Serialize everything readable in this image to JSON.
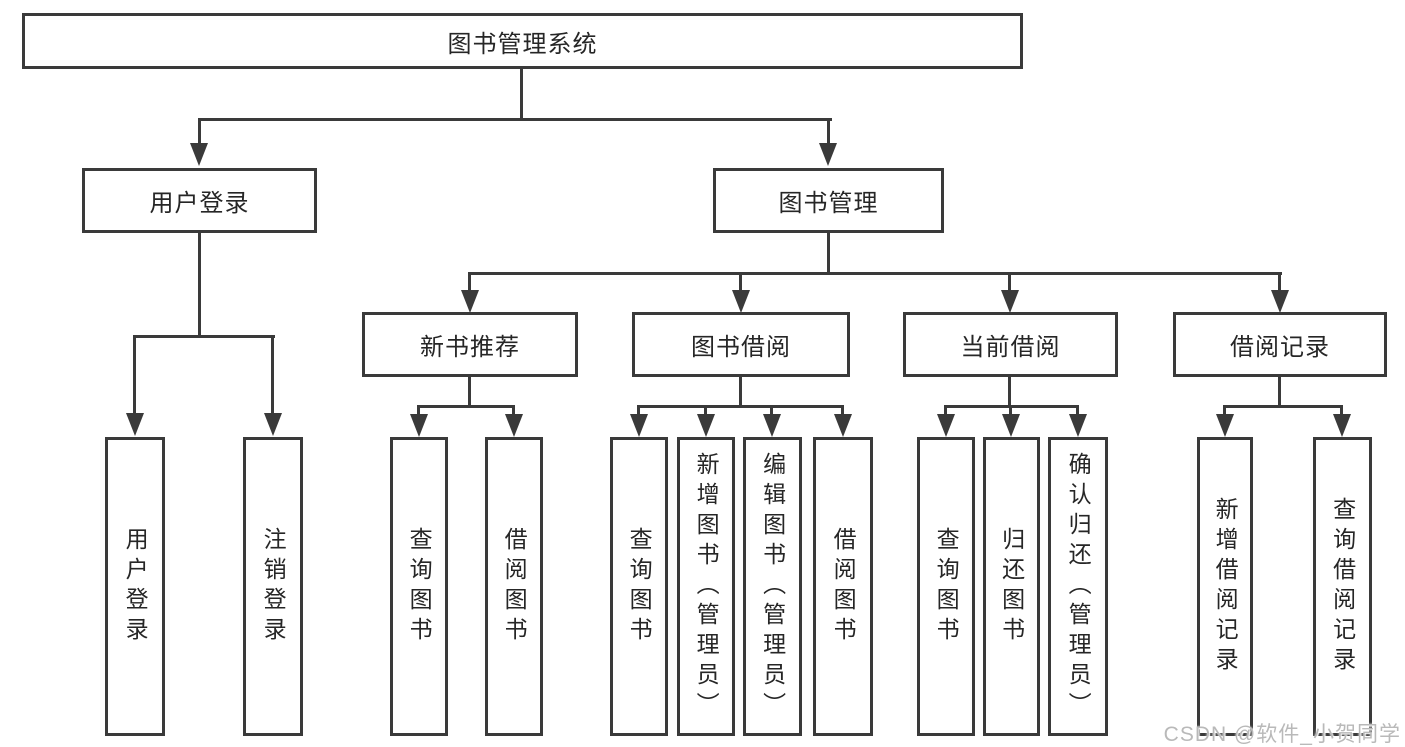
{
  "tree": {
    "root": {
      "label": "图书管理系统"
    },
    "branches": [
      {
        "label": "用户登录",
        "leaves": [
          {
            "label": "用户登录"
          },
          {
            "label": "注销登录"
          }
        ]
      },
      {
        "label": "图书管理",
        "groups": [
          {
            "label": "新书推荐",
            "leaves": [
              {
                "label": "查询图书"
              },
              {
                "label": "借阅图书"
              }
            ]
          },
          {
            "label": "图书借阅",
            "leaves": [
              {
                "label": "查询图书"
              },
              {
                "label": "新增图书（管理员）"
              },
              {
                "label": "编辑图书（管理员）"
              },
              {
                "label": "借阅图书"
              }
            ]
          },
          {
            "label": "当前借阅",
            "leaves": [
              {
                "label": "查询图书"
              },
              {
                "label": "归还图书"
              },
              {
                "label": "确认归还（管理员）"
              }
            ]
          },
          {
            "label": "借阅记录",
            "leaves": [
              {
                "label": "新增借阅记录"
              },
              {
                "label": "查询借阅记录"
              }
            ]
          }
        ]
      }
    ]
  },
  "watermark": {
    "text": "CSDN @软件_小贺同学"
  },
  "colors": {
    "line": "#3a3a3a",
    "text": "#262626",
    "background": "#ffffff",
    "watermark": "#b9b9b9"
  }
}
